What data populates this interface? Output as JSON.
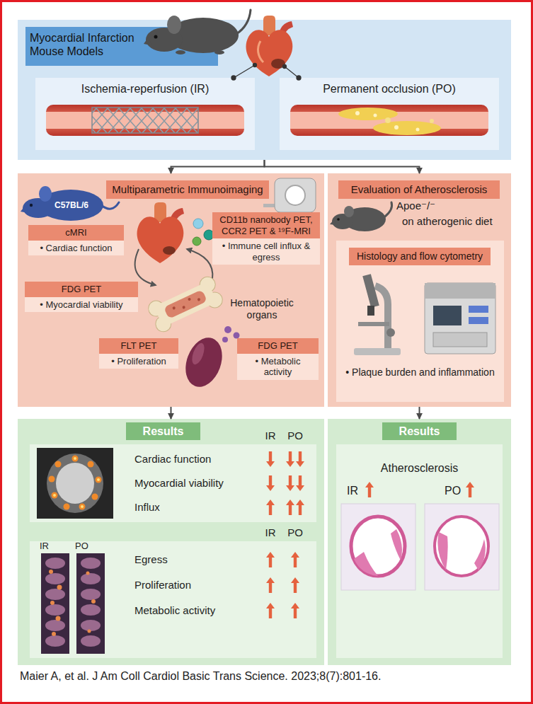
{
  "diagram": {
    "caption": "Maier A, et al. J Am Coll Cardiol Basic Trans Science. 2023;8(7):801-16.",
    "nodes": [
      {
        "text": [
          "Myocardial Infarction Mouse Models"
        ]
      },
      {
        "text": [
          "Ischemia-reperfusion (IR)"
        ],
        "in": 0
      },
      {
        "text": [
          "Permanent occlusion (PO)"
        ],
        "in": 0
      },
      {
        "text": [
          "Multiparametric Immunoimaging"
        ]
      },
      {
        "text": [
          "cMRI",
          "• Cardiac function"
        ],
        "in": 3
      },
      {
        "text": [
          "CD11b nanobody PET, CCR2 PET & ¹⁹F-MRI",
          "• Immune cell influx & egress"
        ],
        "in": 3
      },
      {
        "text": [
          "FDG PET",
          "• Myocardial viability"
        ],
        "in": 3
      },
      {
        "text": [
          "FLT PET",
          "• Proliferation"
        ],
        "in": 3
      },
      {
        "text": [
          "FDG PET",
          "• Metabolic activity"
        ],
        "in": 3
      },
      {
        "text": [
          "Evaluation of Atherosclerosis"
        ]
      },
      {
        "text": [
          "Histology and flow cytometry",
          "• Plaque burden and inflammation"
        ],
        "in": 9
      },
      {
        "text": [
          "Results"
        ]
      },
      {
        "text": [
          "Results"
        ]
      }
    ],
    "edges": [
      {
        "from": 0,
        "to": 3,
        "arrow": "to"
      },
      {
        "from": 0,
        "to": 9,
        "arrow": "to"
      },
      {
        "from": 3,
        "to": 11,
        "arrow": "to"
      },
      {
        "from": 9,
        "to": 12,
        "arrow": "to"
      }
    ],
    "labels": [
      "C57BL/6",
      "Hematopoietic organs",
      "Apoe⁻/⁻",
      "on atherogenic diet",
      "IR",
      "PO",
      "Cardiac function",
      "Myocardial viability",
      "Influx",
      "IR",
      "PO",
      "Egress",
      "Proliferation",
      "Metabolic activity",
      "IR",
      "PO",
      "Atherosclerosis",
      "IR",
      "PO"
    ]
  }
}
